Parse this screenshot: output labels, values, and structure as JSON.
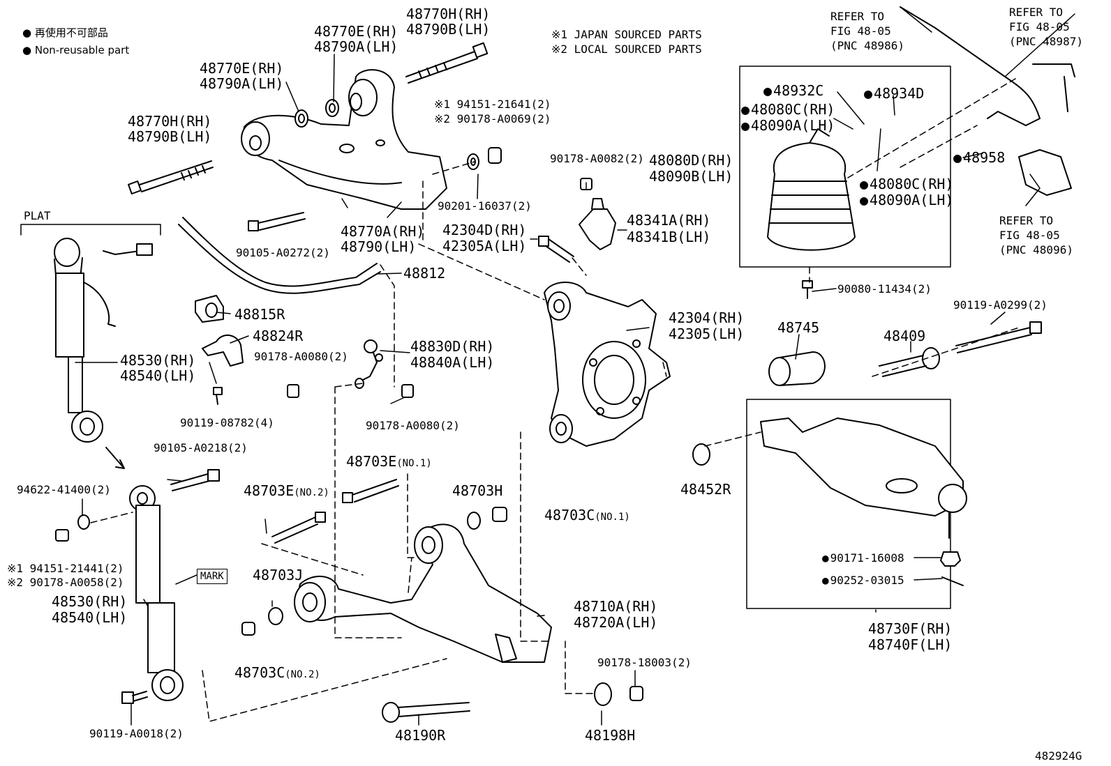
{
  "legend": {
    "line1": "再使用不可部品",
    "line2": "Non-reusable part",
    "note1": "※1 JAPAN SOURCED PARTS",
    "note2": "※2 LOCAL SOURCED PARTS"
  },
  "figure_id": "482924G",
  "refs": {
    "r1": [
      "REFER TO",
      "FIG 48-05",
      "(PNC 48986)"
    ],
    "r2": [
      "REFER TO",
      "FIG 48-05",
      "(PNC 48987)"
    ],
    "r3": [
      "REFER TO",
      "FIG 48-05",
      "(PNC 48096)"
    ]
  },
  "labels": {
    "p48770H_a": "48770H(RH)",
    "p48790B_a": "48790B(LH)",
    "p48770E_a": "48770E(RH)",
    "p48790A_a": "48790A(LH)",
    "p48770E_b": "48770E(RH)",
    "p48790A_b": "48790A(LH)",
    "p48770H_b": "48770H(RH)",
    "p48790B_b": "48790B(LH)",
    "n94151_1": "※1 94151-21641(2)",
    "n90178_2": "※2 90178-A0069(2)",
    "p90201": "90201-16037(2)",
    "p48770A": "48770A(RH)",
    "p48790": "48790(LH)",
    "p90105_272": "90105-A0272(2)",
    "plat": "PLAT",
    "p48812": "48812",
    "p48815R": "48815R",
    "p48824R": "48824R",
    "p48530_a": "48530(RH)",
    "p48540_a": "48540(LH)",
    "p90178_80a": "90178-A0080(2)",
    "p48830D": "48830D(RH)",
    "p48840A": "48840A(LH)",
    "p90119_08782": "90119-08782(4)",
    "p90178_80b": "90178-A0080(2)",
    "p90105_218": "90105-A0218(2)",
    "p94622": "94622-41400(2)",
    "n94151_b": "※1 94151-21441(2)",
    "n90178_b": "※2 90178-A0058(2)",
    "p48530_b": "48530(RH)",
    "p48540_b": "48540(LH)",
    "mark": "MARK",
    "p90119_18": "90119-A0018(2)",
    "p48703E_1": "48703E",
    "no1a": "(NO.1)",
    "p48703E_2": "48703E",
    "no2a": "(NO.2)",
    "p48703H": "48703H",
    "p48703C_1": "48703C",
    "no1b": "(NO.1)",
    "p48703J": "48703J",
    "p48703C_2": "48703C",
    "no2b": "(NO.2)",
    "p48710A": "48710A(RH)",
    "p48720A": "48720A(LH)",
    "p90178_18003": "90178-18003(2)",
    "p48190R": "48190R",
    "p48198H": "48198H",
    "p90178_82": "90178-A0082(2)",
    "p48080D": "48080D(RH)",
    "p48090B": "48090B(LH)",
    "p42304D": "42304D(RH)",
    "p42305A": "42305A(LH)",
    "p48341A": "48341A(RH)",
    "p48341B": "48341B(LH)",
    "p42304": "42304(RH)",
    "p42305": "42305(LH)",
    "p48932C": "48932C",
    "p48934D": "48934D",
    "p48080C_a": "48080C(RH)",
    "p48090A_a": "48090A(LH)",
    "p48080C_b": "48080C(RH)",
    "p48090A_b": "48090A(LH)",
    "p48958": "48958",
    "p90080": "90080-11434(2)",
    "p48745": "48745",
    "p48409": "48409",
    "p90119_299": "90119-A0299(2)",
    "p48452R": "48452R",
    "p90171": "90171-16008",
    "p90252": "90252-03015",
    "p48730F": "48730F(RH)",
    "p48740F": "48740F(LH)"
  }
}
